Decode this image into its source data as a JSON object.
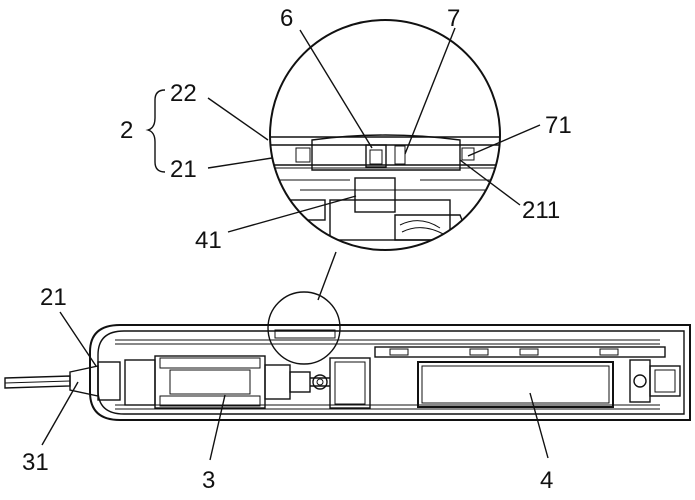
{
  "labels": {
    "l2": "2",
    "l22": "22",
    "l21_top": "21",
    "l6": "6",
    "l7": "7",
    "l71": "71",
    "l211": "211",
    "l41": "41",
    "l21_left": "21",
    "l31": "31",
    "l3": "3",
    "l4": "4"
  }
}
